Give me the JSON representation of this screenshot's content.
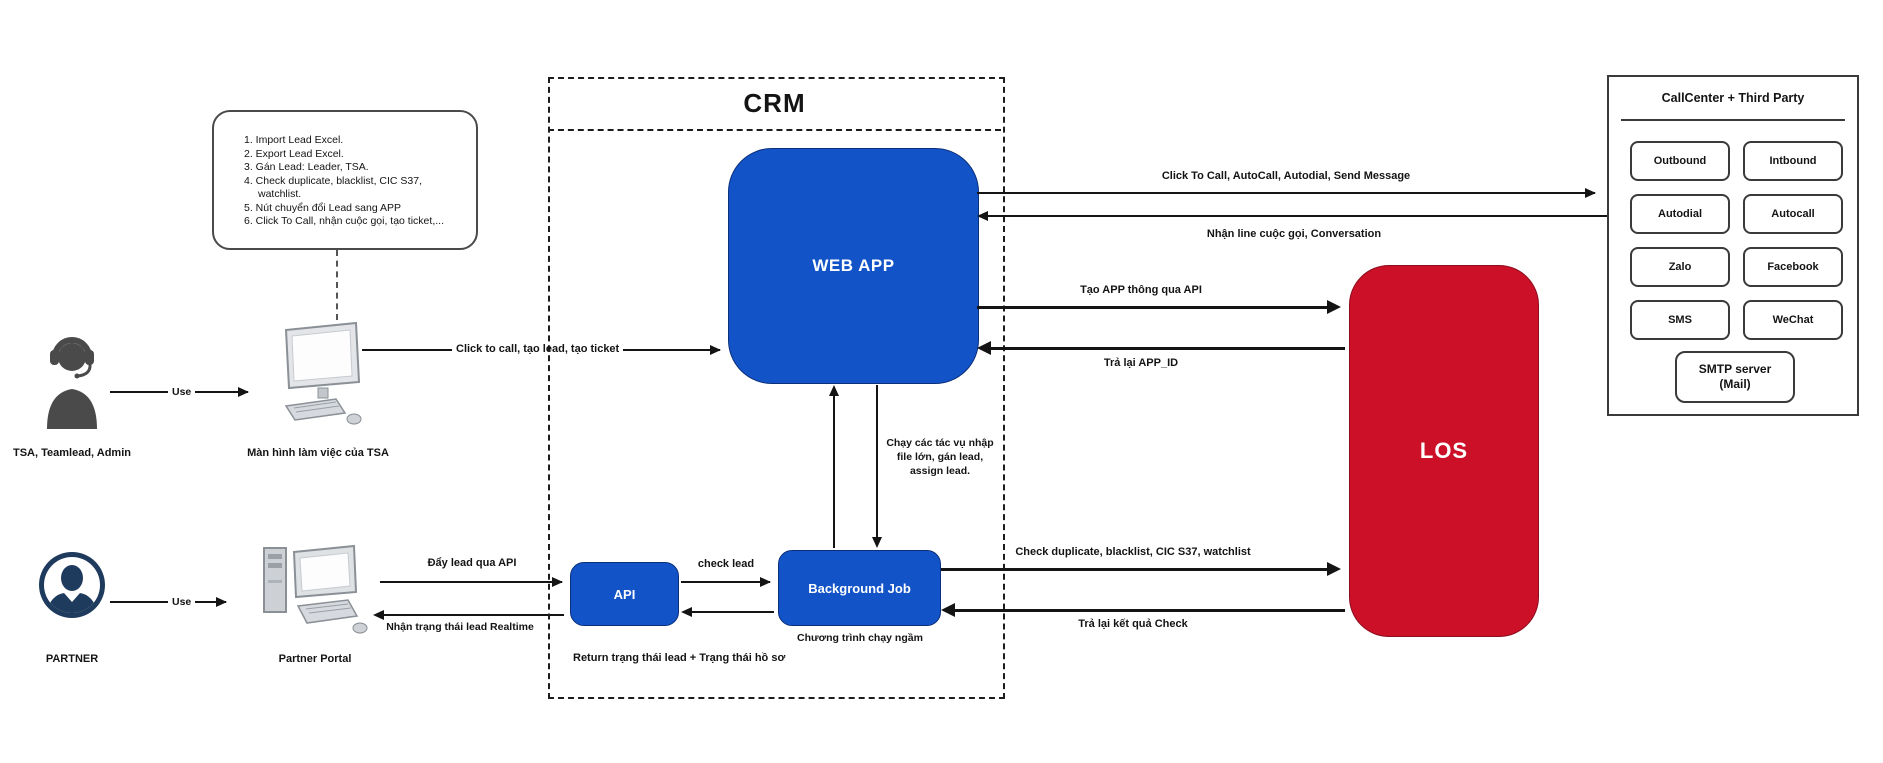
{
  "colors": {
    "node_blue": "#1254C8",
    "node_red": "#CB1028"
  },
  "crm": {
    "title": "CRM",
    "web_app_label": "WEB APP",
    "api_label": "API",
    "background_job_label": "Background Job",
    "background_job_caption": "Chương trình chạy ngầm",
    "return_caption": "Return trạng thái lead + Trạng thái hồ sơ"
  },
  "los_label": "LOS",
  "callcenter": {
    "title": "CallCenter + Third Party",
    "services": [
      "Outbound",
      "Intbound",
      "Autodial",
      "Autocall",
      "Zalo",
      "Facebook",
      "SMS",
      "WeChat"
    ],
    "smtp_line1": "SMTP server",
    "smtp_line2": "(Mail)"
  },
  "note_items": [
    "1. Import Lead Excel.",
    "2. Export Lead Excel.",
    "3. Gán Lead: Leader, TSA.",
    "4. Check duplicate, blacklist, CIC S37, watchlist.",
    "5. Nút chuyển đổi Lead sang APP",
    "6. Click To Call, nhận cuộc gọi, tạo ticket,..."
  ],
  "actors": {
    "tsa_label": "TSA, Teamlead, Admin",
    "tsa_screen_label": "Màn hình làm việc của TSA",
    "partner_label": "PARTNER",
    "partner_portal_label": "Partner Portal",
    "use_label": "Use"
  },
  "flows": {
    "click_to_call_web": "Click to call, tạo lead, tạo ticket",
    "click_to_call_out": "Click To Call, AutoCall, Autodial, Send Message",
    "receive_line": "Nhận line cuộc gọi, Conversation",
    "create_app": "Tạo APP thông qua API",
    "return_app_id": "Trả lại APP_ID",
    "check_duplicate": "Check duplicate, blacklist, CIC S37, watchlist",
    "return_check": "Trả lại kết quả Check",
    "push_lead": "Đẩy lead qua API",
    "receive_status": "Nhận trạng thái lead Realtime",
    "check_lead": "check lead",
    "run_tasks": "Chạy các tác vụ nhập file lớn, gán lead, assign lead."
  }
}
